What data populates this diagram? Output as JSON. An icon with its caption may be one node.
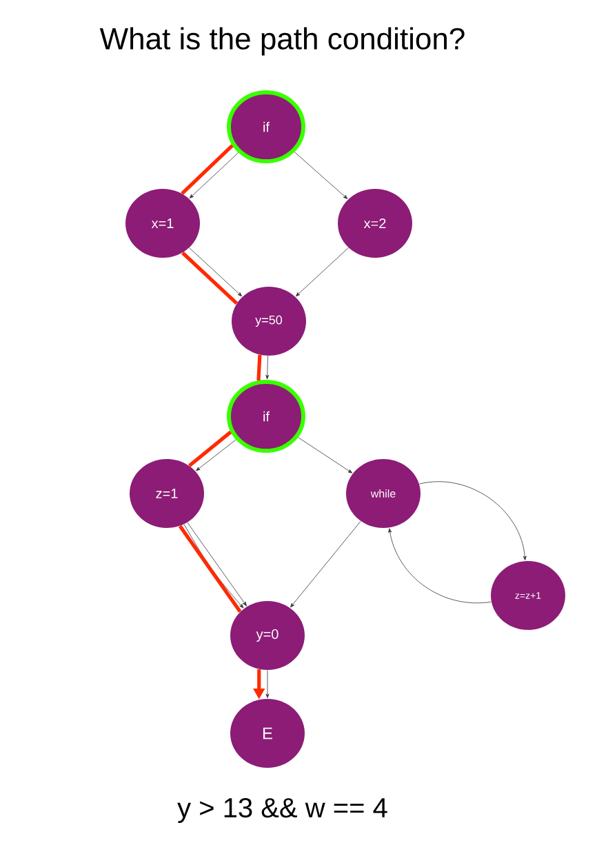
{
  "diagram": {
    "title": "What is the path condition?",
    "caption": "y > 13 && w == 4",
    "nodes": [
      {
        "text": [
          "if"
        ]
      },
      {
        "text": [
          "x=1"
        ]
      },
      {
        "text": [
          "x=2"
        ]
      },
      {
        "text": [
          "y=50"
        ]
      },
      {
        "text": [
          "if"
        ]
      },
      {
        "text": [
          "z=1"
        ]
      },
      {
        "text": [
          "while"
        ]
      },
      {
        "text": [
          "z=z+1"
        ]
      },
      {
        "text": [
          "y=0"
        ]
      },
      {
        "text": [
          "E"
        ]
      }
    ],
    "edges": [
      {
        "from": 0,
        "to": 1,
        "arrow": "to"
      },
      {
        "from": 0,
        "to": 2,
        "arrow": "to"
      },
      {
        "from": 1,
        "to": 3,
        "arrow": "to"
      },
      {
        "from": 2,
        "to": 3,
        "arrow": "to"
      },
      {
        "from": 3,
        "to": 4,
        "arrow": "to"
      },
      {
        "from": 4,
        "to": 5,
        "arrow": "to"
      },
      {
        "from": 4,
        "to": 6,
        "arrow": "to"
      },
      {
        "from": 5,
        "to": 8,
        "arrow": "to"
      },
      {
        "from": 5,
        "to": 8,
        "arrow": "to"
      },
      {
        "from": 6,
        "to": 8,
        "arrow": "to"
      },
      {
        "from": 6,
        "to": 7,
        "arrow": "to"
      },
      {
        "from": 7,
        "to": 6,
        "arrow": "to"
      },
      {
        "from": 8,
        "to": 9,
        "arrow": "to"
      },
      {
        "from": 0,
        "to": 1,
        "arrow": "none",
        "style": "thick",
        "color": "#ff2a00"
      },
      {
        "from": 1,
        "to": 3,
        "arrow": "none",
        "style": "thick",
        "color": "#ff2a00"
      },
      {
        "from": 3,
        "to": 4,
        "arrow": "none",
        "style": "thick",
        "color": "#ff2a00"
      },
      {
        "from": 4,
        "to": 5,
        "arrow": "none",
        "style": "thick",
        "color": "#ff2a00"
      },
      {
        "from": 5,
        "to": 8,
        "arrow": "none",
        "style": "thick",
        "color": "#ff2a00"
      },
      {
        "from": 8,
        "to": 9,
        "arrow": "to",
        "style": "thick",
        "color": "#ff2a00"
      }
    ]
  }
}
